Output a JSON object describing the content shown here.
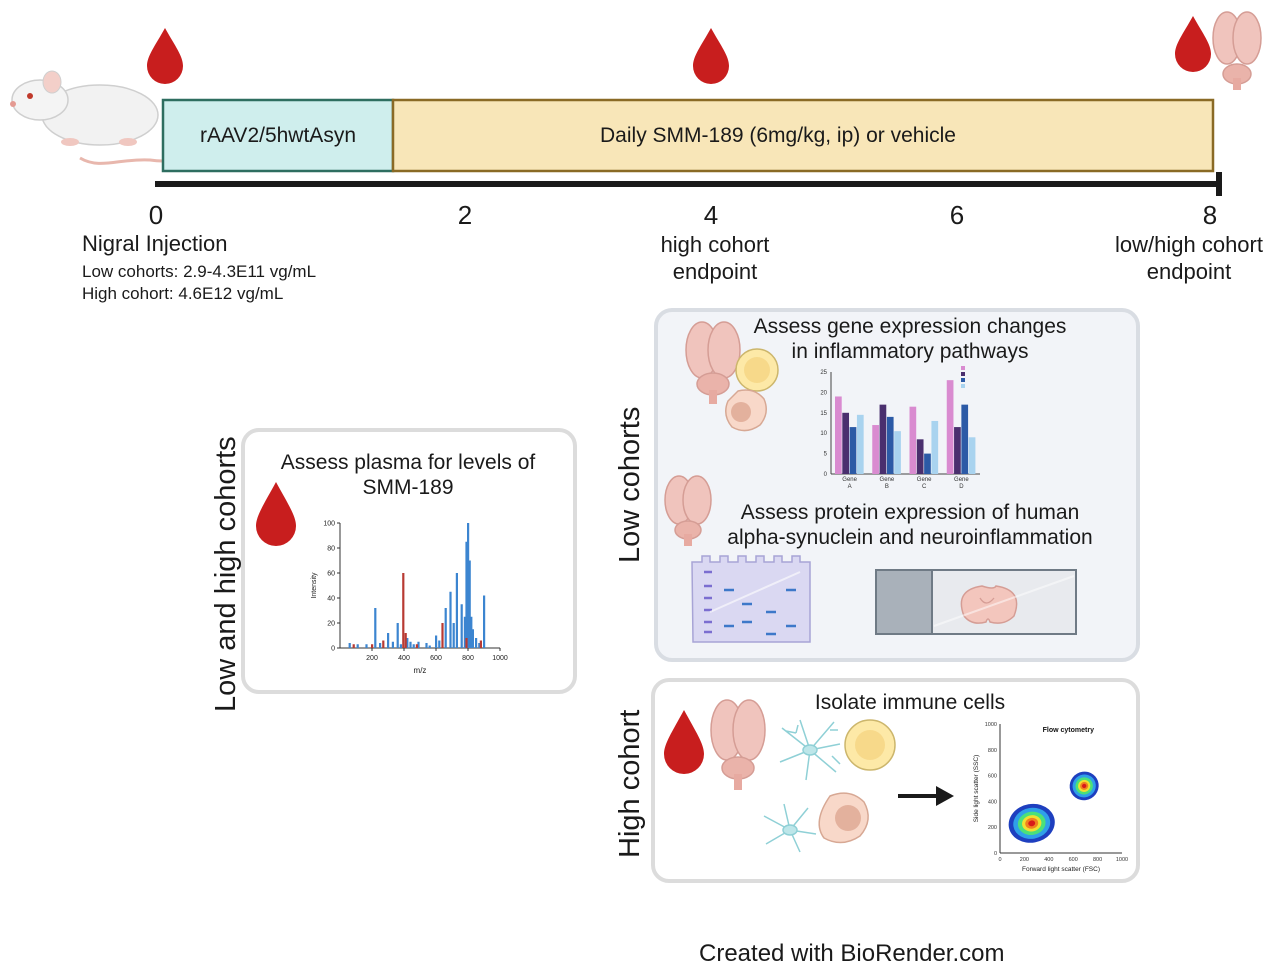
{
  "timeline": {
    "phase1_label": "rAAV2/5hwtAsyn",
    "phase2_label": "Daily SMM-189 (6mg/kg, ip) or vehicle",
    "ticks": [
      "0",
      "2",
      "4",
      "6",
      "8"
    ],
    "start_title": "Nigral Injection",
    "start_low": "Low cohorts: 2.9-4.3E11 vg/mL",
    "start_high": "High cohort: 4.6E12 vg/mL",
    "mid_line1": "high cohort",
    "mid_line2": "endpoint",
    "end_line1": "low/high cohort",
    "end_line2": "endpoint"
  },
  "plasma_panel": {
    "side_label": "Low and high cohorts",
    "title_line1": "Assess plasma for levels of",
    "title_line2": "SMM-189",
    "xlabel": "m/z",
    "ylabel": "Intensity",
    "xticks": [
      "200",
      "400",
      "600",
      "800",
      "1000"
    ],
    "yticks": [
      "0",
      "20",
      "40",
      "60",
      "80",
      "100"
    ]
  },
  "low_panel": {
    "side_label": "Low cohorts",
    "gene_title_line1": "Assess gene expression changes",
    "gene_title_line2": "in inflammatory pathways",
    "protein_title_line1": "Assess protein expression of human",
    "protein_title_line2": "alpha-synuclein and neuroinflammation"
  },
  "high_panel": {
    "side_label": "High cohort",
    "title": "Isolate immune cells",
    "flow_title": "Flow cytometry",
    "flow_xlabel": "Forward light scatter (FSC)",
    "flow_ylabel": "Side light scatter (SSC)",
    "flow_ticks": [
      "0",
      "200",
      "400",
      "600",
      "800",
      "1000"
    ]
  },
  "chart_data": [
    {
      "type": "bar",
      "categories": [
        "Gene A",
        "Gene B",
        "Gene C",
        "Gene D"
      ],
      "ylim": [
        0,
        25
      ],
      "yticks": [
        "0",
        "5",
        "10",
        "15",
        "20",
        "25"
      ],
      "colors": [
        "#d98bd0",
        "#4a2f6e",
        "#2c5aa6",
        "#a9d3ef"
      ],
      "series": [
        {
          "values": [
            19,
            12,
            16.5,
            23
          ]
        },
        {
          "values": [
            15,
            17,
            8.5,
            11.5
          ]
        },
        {
          "values": [
            11.5,
            14,
            5,
            17
          ]
        },
        {
          "values": [
            14.5,
            10.5,
            13,
            9
          ]
        }
      ]
    },
    {
      "type": "bar",
      "xlim": [
        0,
        1000
      ],
      "ylim": [
        0,
        100
      ],
      "colors": {
        "blue": "#3c85d0",
        "red": "#b83a33"
      },
      "series": [
        {
          "color": "blue",
          "x": [
            60,
            110,
            165,
            220,
            250,
            300,
            330,
            360,
            380,
            420,
            440,
            460,
            490,
            540,
            560,
            600,
            620,
            660,
            690,
            710,
            730,
            760,
            780,
            790,
            800,
            810,
            820,
            830,
            850,
            870,
            900
          ],
          "y": [
            4,
            3,
            3,
            32,
            4,
            12,
            5,
            20,
            3,
            8,
            5,
            3,
            5,
            4,
            2,
            10,
            6,
            32,
            45,
            20,
            60,
            35,
            25,
            85,
            100,
            70,
            25,
            15,
            8,
            4,
            42
          ]
        },
        {
          "color": "red",
          "x": [
            85,
            200,
            270,
            395,
            410,
            480,
            640,
            790,
            880
          ],
          "y": [
            3,
            3,
            6,
            60,
            12,
            3,
            20,
            8,
            6
          ]
        }
      ]
    }
  ],
  "footer": {
    "credit": "Created with BioRender.com"
  },
  "colors": {
    "blood": "#c81e1e",
    "phase1": "#cfeeed",
    "phase1_border": "#2e6e60",
    "phase2": "#f8e6b8",
    "phase2_border": "#8a6a25"
  }
}
